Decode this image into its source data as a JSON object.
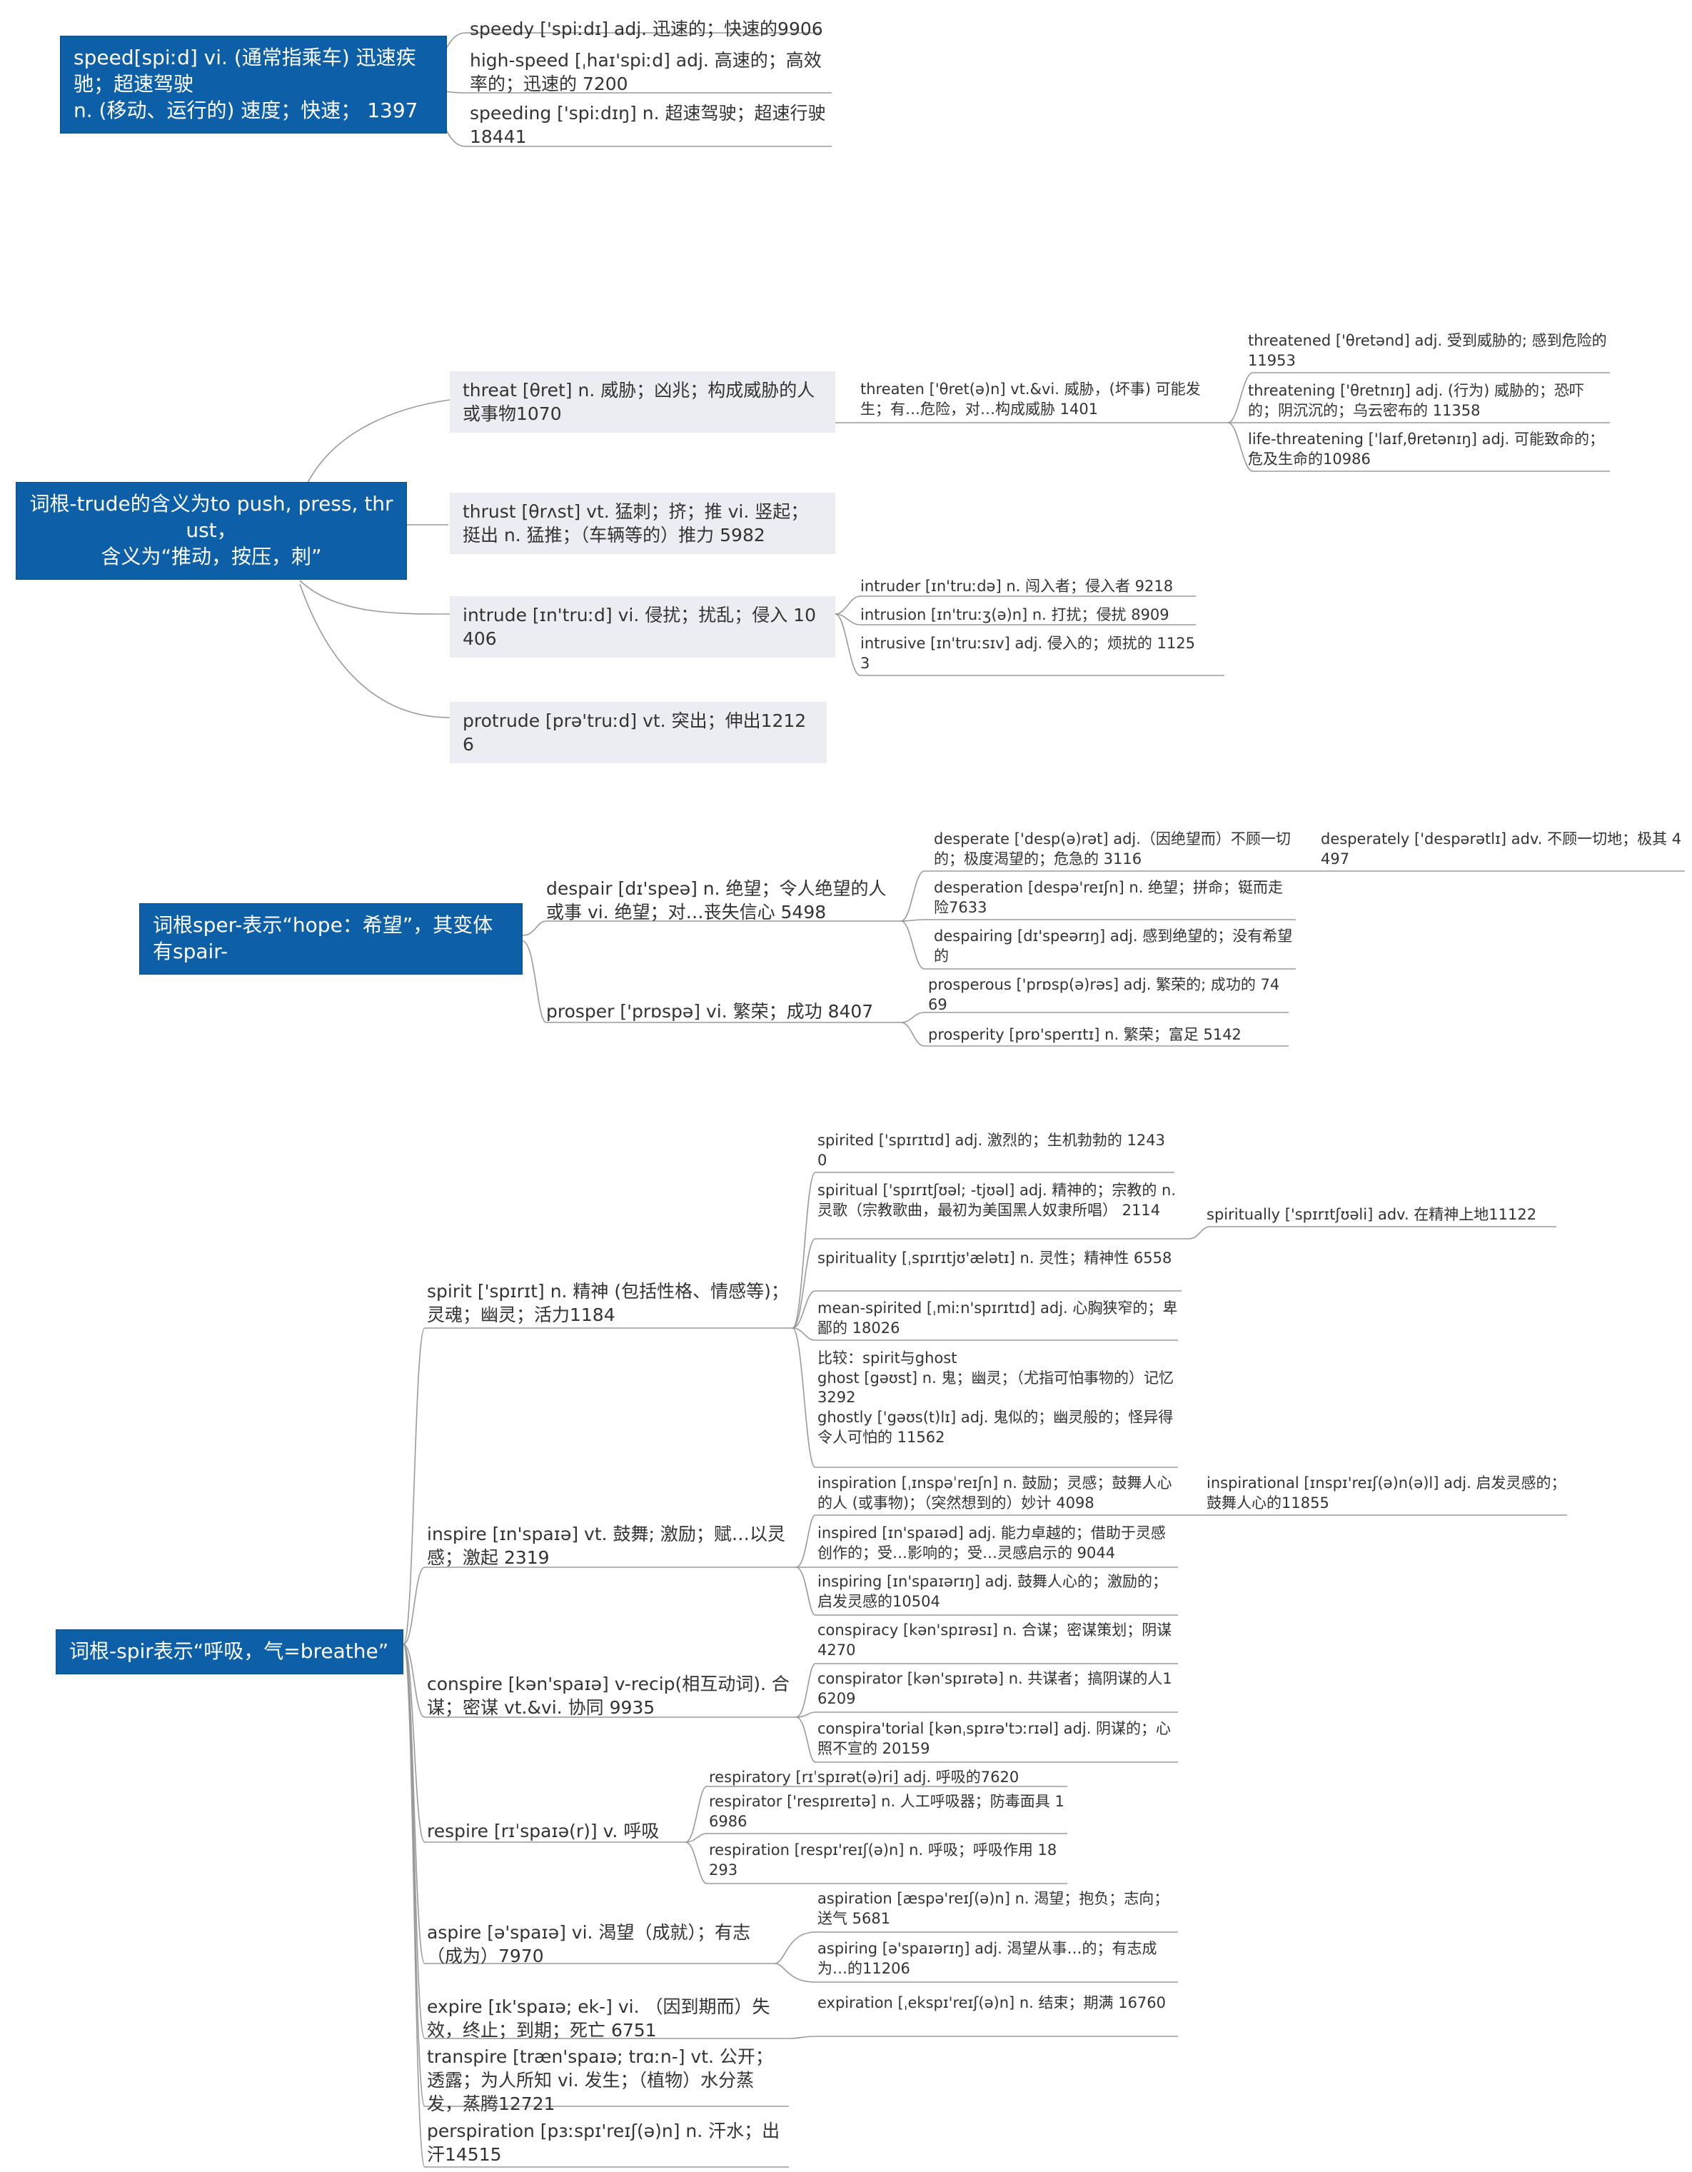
{
  "mindmap": {
    "nodes": [
      {
        "id": "speed_root",
        "level": "root",
        "text": "speed[spiːd] vi. (通常指乘车) 迅速疾驰；超速驾驶\nn. (移动、运行的) 速度；快速； 1397"
      },
      {
        "id": "speedy",
        "level": "l1",
        "parent": "speed_root",
        "text": "speedy ['spiːdɪ]     adj. 迅速的；快速的9906"
      },
      {
        "id": "high_speed",
        "level": "l1",
        "parent": "speed_root",
        "text": "high-speed [ˌhaɪ'spiːd]      adj. 高速的；高效率的；迅速的 7200"
      },
      {
        "id": "speeding",
        "level": "l1",
        "parent": "speed_root",
        "text": "speeding ['spiːdɪŋ]       n. 超速驾驶；超速行驶18441"
      },
      {
        "id": "trude_root",
        "level": "root",
        "text": "词根-trude的含义为to push, press, thrust，\n含义为“推动，按压，刺”"
      },
      {
        "id": "threat",
        "level": "l1",
        "parent": "trude_root",
        "text": "threat [θret]     n. 威胁；凶兆；构成威胁的人或事物1070"
      },
      {
        "id": "threaten",
        "level": "l2",
        "parent": "threat",
        "text": "threaten ['θret(ə)n]    vt.&vi. 威胁，(坏事) 可能发生；有…危险，对…构成威胁 1401"
      },
      {
        "id": "threatened",
        "level": "l3",
        "parent": "threaten",
        "text": "threatened ['θretənd]     adj. 受到威胁的; 感到危险的 11953"
      },
      {
        "id": "threatening",
        "level": "l3",
        "parent": "threaten",
        "text": "threatening ['θretnɪŋ]     adj. (行为) 威胁的；恐吓的；阴沉沉的；乌云密布的 11358"
      },
      {
        "id": "life_threatening",
        "level": "l3",
        "parent": "threaten",
        "text": "life-threatening ['laɪf‚θretənɪŋ]       adj. 可能致命的；危及生命的10986"
      },
      {
        "id": "thrust",
        "level": "l1",
        "parent": "trude_root",
        "text": "thrust [θrʌst]    vt. 猛刺；挤；推 vi. 竖起；挺出 n. 猛推；（车辆等的）推力 5982"
      },
      {
        "id": "intrude",
        "level": "l1",
        "parent": "trude_root",
        "text": "intrude [ɪn'truːd]    vi. 侵扰；扰乱；侵入 10406"
      },
      {
        "id": "intruder",
        "level": "l2",
        "parent": "intrude",
        "text": "intruder [ɪn'truːdə]    n. 闯入者；侵入者 9218"
      },
      {
        "id": "intrusion",
        "level": "l2",
        "parent": "intrude",
        "text": "intrusion [ɪn'truːʒ(ə)n]       n. 打扰；侵扰 8909"
      },
      {
        "id": "intrusive",
        "level": "l2",
        "parent": "intrude",
        "text": "intrusive [ɪn'truːsɪv]       adj. 侵入的；烦扰的 11253"
      },
      {
        "id": "protrude",
        "level": "l1",
        "parent": "trude_root",
        "text": "protrude [prə'truːd]     vt. 突出；伸出12126"
      },
      {
        "id": "sper_root",
        "level": "root",
        "text": "词根sper-表示“hope：希望”，其变体有spair-"
      },
      {
        "id": "despair",
        "level": "l1",
        "parent": "sper_root",
        "text": "despair [dɪ'speə]    n. 绝望；令人绝望的人或事 vi. 绝望；对…丧失信心 5498"
      },
      {
        "id": "desperate",
        "level": "l2",
        "parent": "despair",
        "text": "desperate ['desp(ə)rət]      adj.（因绝望而）不顾一切的；极度渴望的；危急的 3116"
      },
      {
        "id": "desperately",
        "level": "l3",
        "parent": "desperate",
        "text": "desperately ['despərətlɪ]    adv. 不顾一切地；极其 4497"
      },
      {
        "id": "desperation",
        "level": "l2",
        "parent": "despair",
        "text": "desperation [despə'reɪʃn]     n. 绝望；拼命；铤而走险7633"
      },
      {
        "id": "despairing",
        "level": "l2",
        "parent": "despair",
        "text": "despairing [dɪ'speərɪŋ]       adj. 感到绝望的；没有希望的"
      },
      {
        "id": "prosper",
        "level": "l1",
        "parent": "sper_root",
        "text": "prosper ['prɒspə]          vi. 繁荣；成功 8407"
      },
      {
        "id": "prosperous",
        "level": "l2",
        "parent": "prosper",
        "text": "prosperous ['prɒsp(ə)rəs]       adj. 繁荣的; 成功的 7469"
      },
      {
        "id": "prosperity",
        "level": "l2",
        "parent": "prosper",
        "text": "prosperity [prɒ'sperɪtɪ]           n. 繁荣；富足 5142"
      },
      {
        "id": "spir_root",
        "level": "root",
        "text": "词根-spir表示“呼吸，气=breathe”"
      },
      {
        "id": "spirit",
        "level": "l1",
        "parent": "spir_root",
        "text": "spirit ['spɪrɪt]       n. 精神 (包括性格、情感等)；灵魂；幽灵；活力1184"
      },
      {
        "id": "spirited",
        "level": "l2",
        "parent": "spirit",
        "text": "spirited ['spɪrɪtɪd]      adj. 激烈的；生机勃勃的 12430"
      },
      {
        "id": "spiritual",
        "level": "l2",
        "parent": "spirit",
        "text": "spiritual ['spɪrɪtʃʊəl; -tjʊəl]      adj. 精神的；宗教的 n. 灵歌（宗教歌曲，最初为美国黑人奴隶所唱） 2114"
      },
      {
        "id": "spiritually",
        "level": "l3",
        "parent": "spiritual",
        "text": "spiritually ['spɪrɪtʃʊəli]       adv. 在精神上地11122"
      },
      {
        "id": "spirituality",
        "level": "l2",
        "parent": "spirit",
        "text": "spirituality [ˌspɪrɪtjʊ'ælətɪ]       n. 灵性；精神性 6558"
      },
      {
        "id": "mean_spirited",
        "level": "l2",
        "parent": "spirit",
        "text": "mean-spirited [ˌmiːn'spɪrɪtɪd]       adj. 心胸狭窄的；卑鄙的 18026"
      },
      {
        "id": "ghost_compare",
        "level": "l2",
        "parent": "spirit",
        "text": "比较：spirit与ghost\nghost [gəʊst]      n. 鬼；幽灵；（尤指可怕事物的）记忆 3292\nghostly ['gəʊs(t)lɪ]      adj. 鬼似的；幽灵般的；怪异得令人可怕的 11562"
      },
      {
        "id": "inspire",
        "level": "l1",
        "parent": "spir_root",
        "text": "inspire [ɪn'spaɪə]        vt. 鼓舞; 激励；赋…以灵感；激起 2319"
      },
      {
        "id": "inspiration",
        "level": "l2",
        "parent": "inspire",
        "text": "inspiration [ˌɪnspəˈreɪʃn]        n. 鼓励；灵感；鼓舞人心的人 (或事物)；（突然想到的）妙计 4098"
      },
      {
        "id": "inspirational",
        "level": "l3",
        "parent": "inspiration",
        "text": "inspirational      [ɪnspɪ'reɪʃ(ə)n(ə)l]       adj. 启发灵感的；鼓舞人心的11855"
      },
      {
        "id": "inspired",
        "level": "l2",
        "parent": "inspire",
        "text": "inspired [ɪn'spaɪəd]     adj. 能力卓越的；借助于灵感创作的；受…影响的；受…灵感启示的 9044"
      },
      {
        "id": "inspiring",
        "level": "l2",
        "parent": "inspire",
        "text": "inspiring [ɪn'spaɪərɪŋ]       adj. 鼓舞人心的；激励的；启发灵感的10504"
      },
      {
        "id": "conspire",
        "level": "l1",
        "parent": "spir_root",
        "text": "conspire [kən'spaɪə]     v-recip(相互动词). 合谋；密谋 vt.&vi. 协同 9935"
      },
      {
        "id": "conspiracy",
        "level": "l2",
        "parent": "conspire",
        "text": "conspiracy [kən'spɪrəsɪ]      n. 合谋；密谋策划；阴谋 4270"
      },
      {
        "id": "conspirator",
        "level": "l2",
        "parent": "conspire",
        "text": "conspirator [kən'spɪrətə]         n. 共谋者；搞阴谋的人16209"
      },
      {
        "id": "conspiratorial",
        "level": "l2",
        "parent": "conspire",
        "text": "conspira'torial [kənˌspɪrə'tɔːrɪəl]       adj. 阴谋的；心照不宣的 20159"
      },
      {
        "id": "respire",
        "level": "l1",
        "parent": "spir_root",
        "text": "respire [rɪˈspaɪə(r)]          v. 呼吸"
      },
      {
        "id": "respiratory",
        "level": "l2",
        "parent": "respire",
        "text": "respiratory [rɪˈspɪrət(ə)ri]        adj. 呼吸的7620"
      },
      {
        "id": "respirator",
        "level": "l2",
        "parent": "respire",
        "text": "respirator ['respɪreɪtə]      n. 人工呼吸器；防毒面具 16986"
      },
      {
        "id": "respiration",
        "level": "l2",
        "parent": "respire",
        "text": "respiration [respɪ'reɪʃ(ə)n]         n. 呼吸；呼吸作用 18293"
      },
      {
        "id": "aspire",
        "level": "l1",
        "parent": "spir_root",
        "text": "aspire [ə'spaɪə]        vi. 渴望（成就）；有志（成为）7970"
      },
      {
        "id": "aspiration",
        "level": "l2",
        "parent": "aspire",
        "text": "aspiration [æspə'reɪʃ(ə)n]        n. 渴望；抱负；志向；送气 5681"
      },
      {
        "id": "aspiring",
        "level": "l2",
        "parent": "aspire",
        "text": "aspiring [ə'spaɪərɪŋ]  adj. 渴望从事…的；有志成为…的11206"
      },
      {
        "id": "expire",
        "level": "l1",
        "parent": "spir_root",
        "text": "expire [ɪk'spaɪə; ek-]      vi. （因到期而）失效，终止；到期；死亡 6751"
      },
      {
        "id": "expiration",
        "level": "l2",
        "parent": "expire",
        "text": "expiration [ˌekspɪ'reɪʃ(ə)n]        n. 结束；期满 16760"
      },
      {
        "id": "transpire",
        "level": "l1",
        "parent": "spir_root",
        "text": "transpire   [træn'spaɪə; trɑːn-]      vt. 公开；透露；为人所知 vi. 发生；（植物）水分蒸发，蒸腾12721"
      },
      {
        "id": "perspiration",
        "level": "l1",
        "parent": "spir_root",
        "text": "perspiration [pɜːspɪ'reɪʃ(ə)n]       n. 汗水；出汗14515"
      }
    ]
  }
}
